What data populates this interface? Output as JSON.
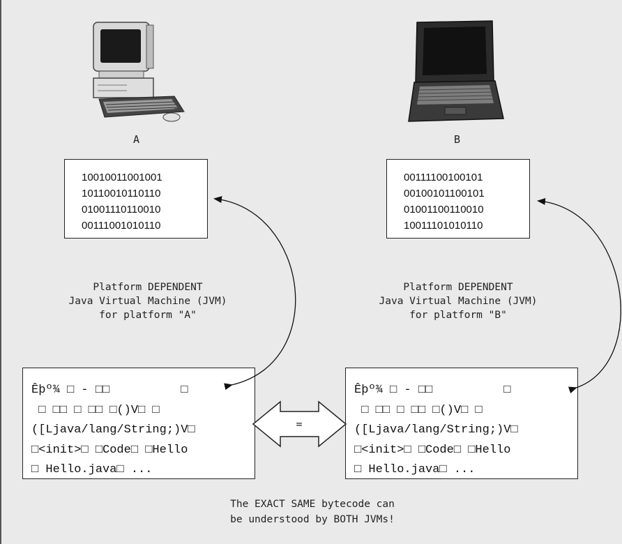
{
  "computers": [
    {
      "label": "A",
      "icon": "desktop-computer-icon"
    },
    {
      "label": "B",
      "icon": "laptop-computer-icon"
    }
  ],
  "machine_code": [
    {
      "lines": [
        "10010011001001",
        "10110010110110",
        "01001110110010",
        "00111001010110"
      ]
    },
    {
      "lines": [
        "00111100100101",
        "00100101100101",
        "01001100110010",
        "10011101010110"
      ]
    }
  ],
  "jvm_captions": [
    {
      "lines": [
        "Platform DEPENDENT",
        "Java Virtual Machine (JVM)",
        "for platform \"A\""
      ]
    },
    {
      "lines": [
        "Platform DEPENDENT",
        "Java Virtual Machine (JVM)",
        "for platform \"B\""
      ]
    }
  ],
  "bytecode": [
    {
      "lines": [
        "Êþº¾ □ - □□          □",
        " □ □□ □ □□ □()V□ □",
        "([Ljava/lang/String;)V□",
        "□<init>□ □Code□ □Hello",
        "□ Hello.java□ ..."
      ]
    },
    {
      "lines": [
        "Êþº¾ □ - □□          □",
        " □ □□ □ □□ □()V□ □",
        "([Ljava/lang/String;)V□",
        "□<init>□ □Code□ □Hello",
        "□ Hello.java□ ..."
      ]
    }
  ],
  "equals_symbol": "=",
  "bottom_caption": {
    "lines": [
      "The EXACT SAME bytecode can",
      "be understood by BOTH JVMs!"
    ]
  }
}
